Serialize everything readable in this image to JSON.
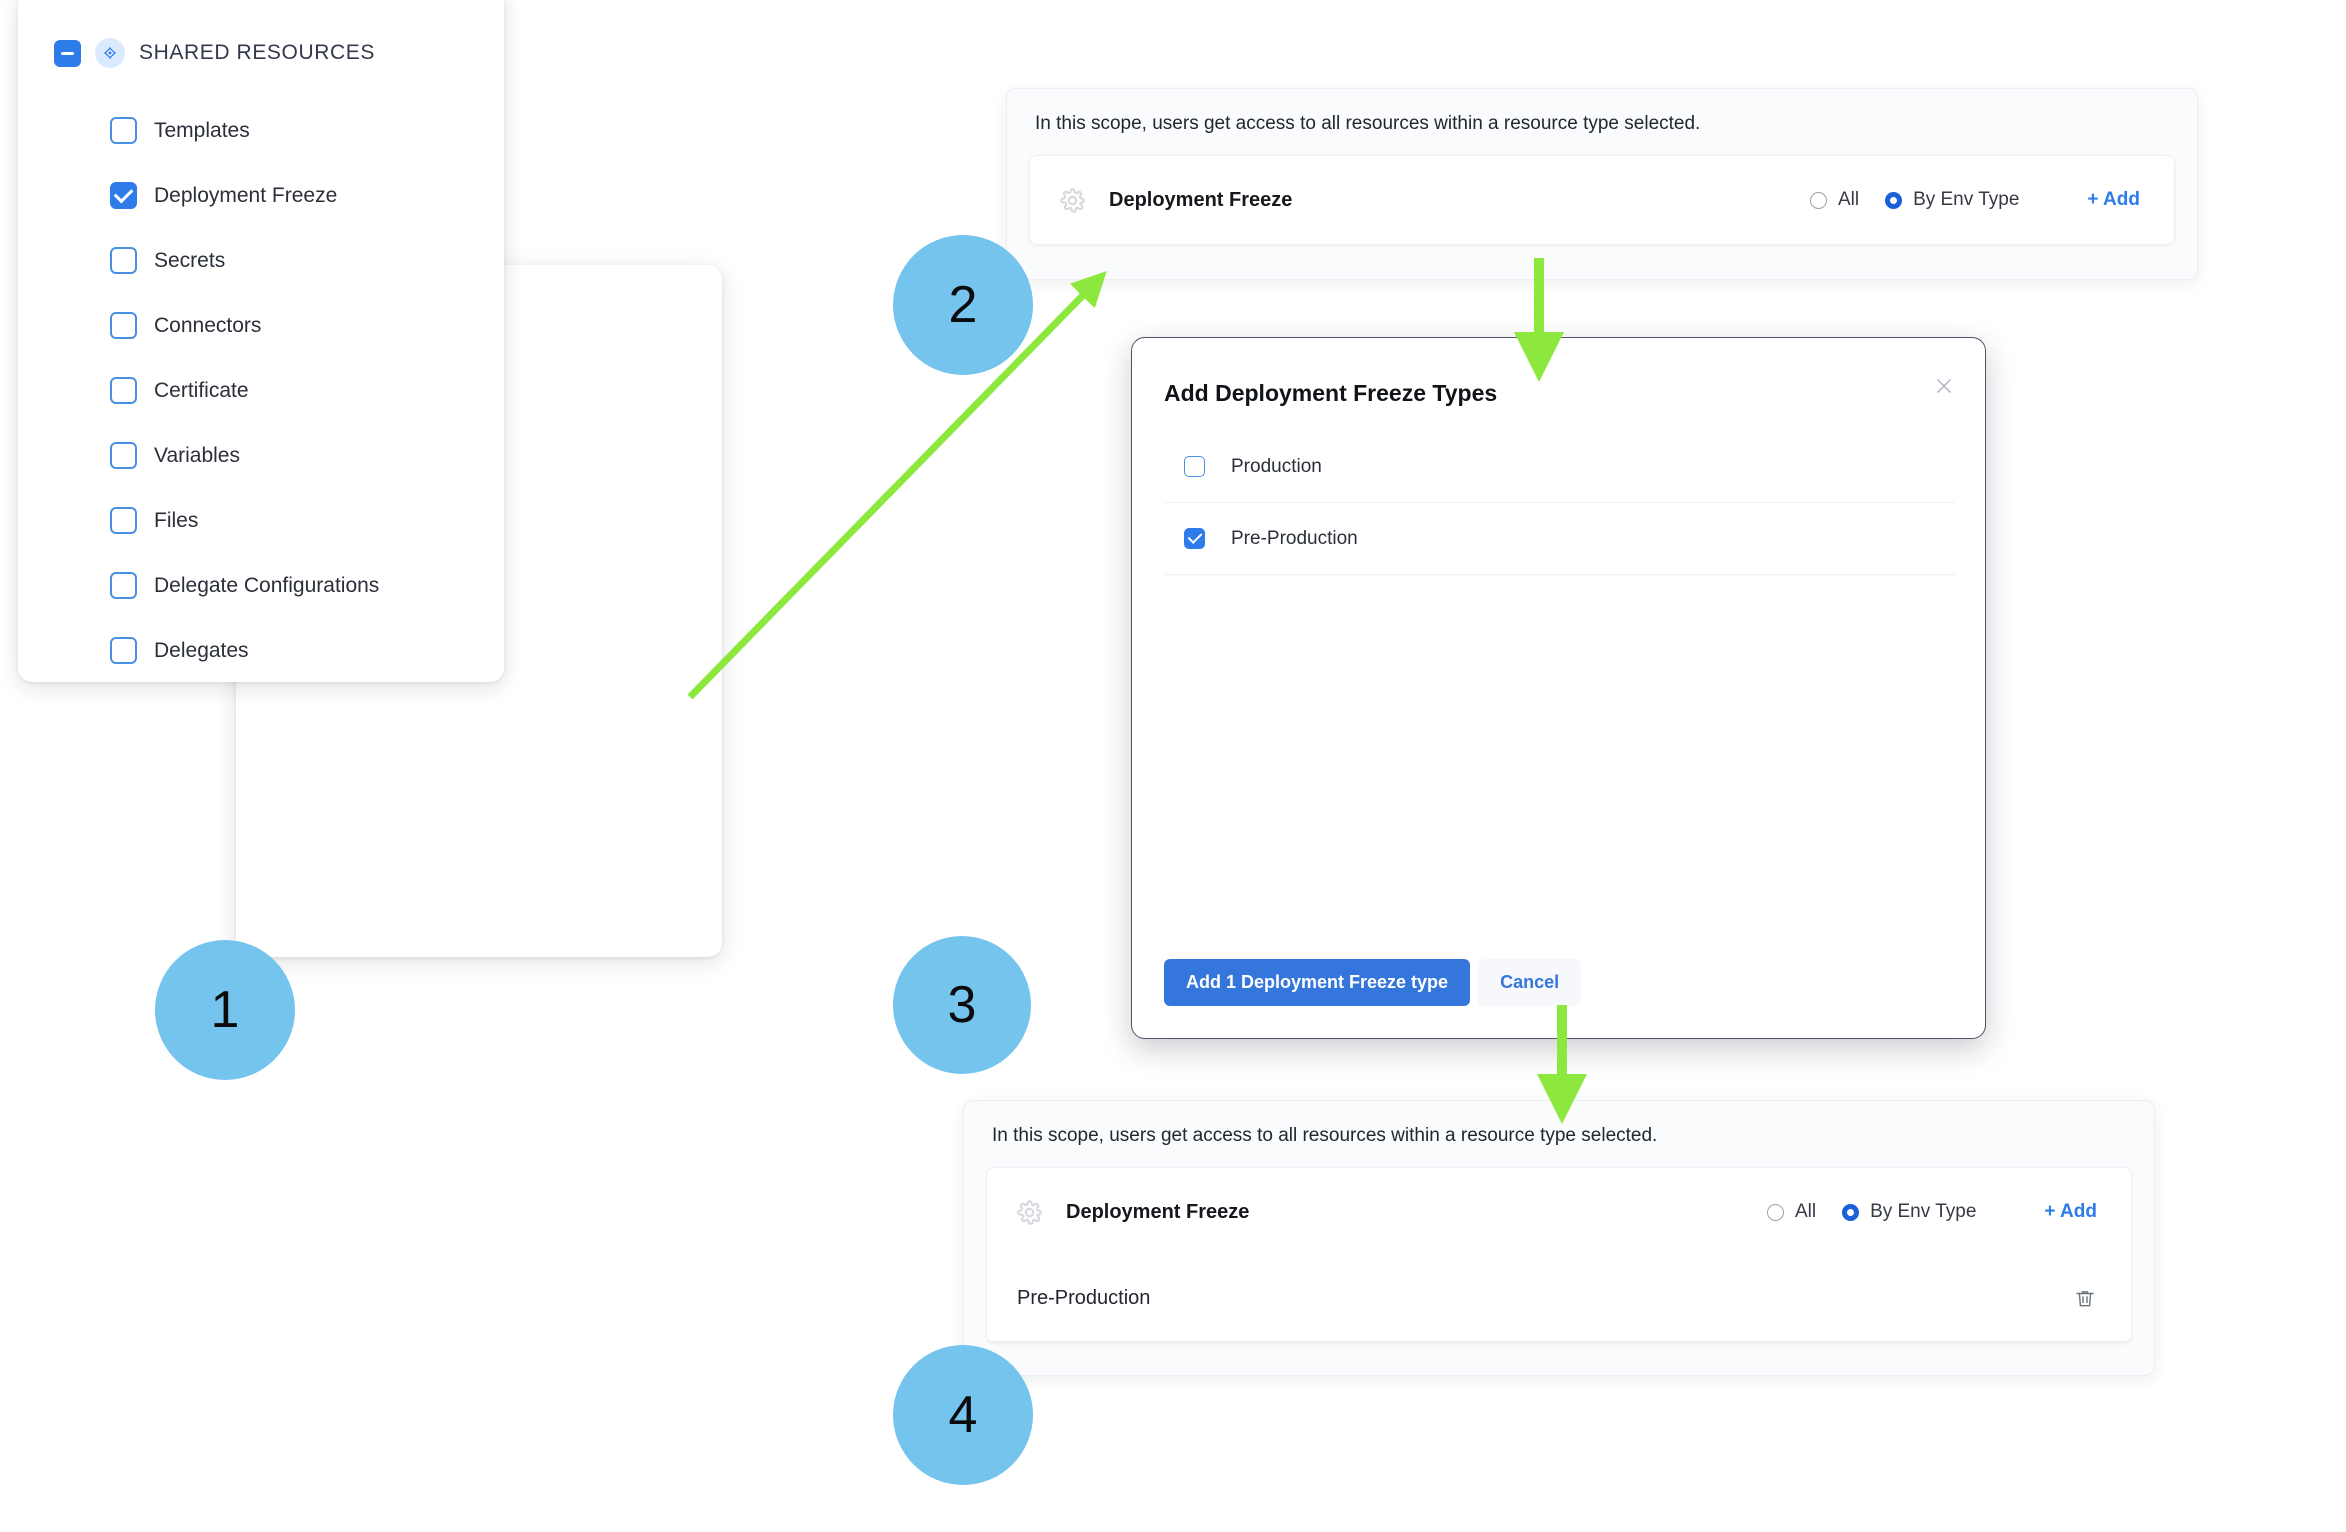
{
  "steps": [
    {
      "number": "1"
    },
    {
      "number": "2"
    },
    {
      "number": "3"
    },
    {
      "number": "4"
    }
  ],
  "colors": {
    "step_circle": "#74c4ee",
    "arrow": "#8ce83c",
    "accent_blue": "#2e7bea",
    "primary_button": "#3576dd",
    "link": "#2e7bea"
  },
  "resources_panel": {
    "header": {
      "title": "SHARED RESOURCES",
      "checkbox_state": "indeterminate",
      "icon": "shared-resources-icon"
    },
    "items": [
      {
        "label": "Templates",
        "checked": false
      },
      {
        "label": "Deployment Freeze",
        "checked": true
      },
      {
        "label": "Secrets",
        "checked": false
      },
      {
        "label": "Connectors",
        "checked": false
      },
      {
        "label": "Certificate",
        "checked": false
      },
      {
        "label": "Variables",
        "checked": false
      },
      {
        "label": "Files",
        "checked": false
      },
      {
        "label": "Delegate Configurations",
        "checked": false
      },
      {
        "label": "Delegates",
        "checked": false
      }
    ]
  },
  "scope_panel_top": {
    "note": "In this scope, users get access to all resources within a resource type selected.",
    "resource_name": "Deployment Freeze",
    "radio_all_label": "All",
    "radio_env_label": "By Env Type",
    "radio_selected": "By Env Type",
    "add_label": "+ Add"
  },
  "scope_panel_bottom": {
    "note": "In this scope, users get access to all resources within a resource type selected.",
    "resource_name": "Deployment Freeze",
    "radio_all_label": "All",
    "radio_env_label": "By Env Type",
    "radio_selected": "By Env Type",
    "add_label": "+ Add",
    "selected_rows": [
      {
        "label": "Pre-Production"
      }
    ]
  },
  "modal": {
    "title": "Add Deployment Freeze Types",
    "close_icon": "close-icon",
    "options": [
      {
        "label": "Production",
        "checked": false
      },
      {
        "label": "Pre-Production",
        "checked": true
      }
    ],
    "primary_button": "Add 1 Deployment Freeze type",
    "cancel_button": "Cancel"
  }
}
